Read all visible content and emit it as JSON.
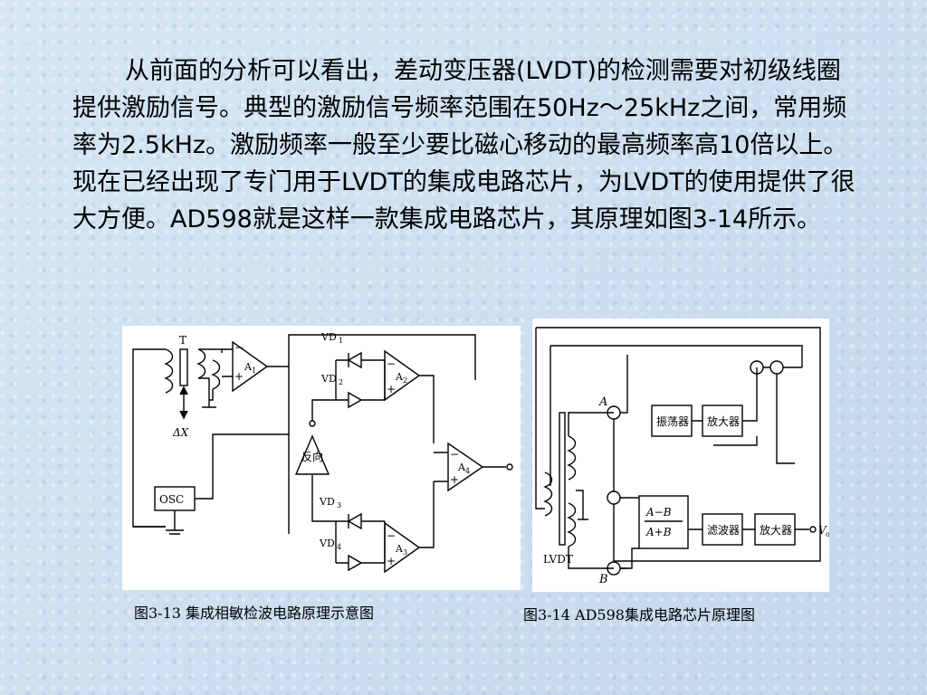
{
  "body": {
    "paragraph": "从前面的分析可以看出，差动变压器(LVDT)的检测需要对初级线圈提供激励信号。典型的激励信号频率范围在50Hz～25kHz之间，常用频率为2.5kHz。激励频率一般至少要比磁心移动的最高频率高10倍以上。现在已经出现了专门用于LVDT的集成电路芯片，为LVDT的使用提供了很大方便。AD598就是这样一款集成电路芯片，其原理如图3-14所示。"
  },
  "figure_13": {
    "caption": "图3-13  集成相敏检波电路原理示意图",
    "labels": {
      "transformer": "T",
      "displacement": "ΔX",
      "osc": "OSC",
      "a1": "A",
      "a1_sub": "1",
      "a2": "A",
      "a2_sub": "2",
      "a3": "A",
      "a3_sub": "3",
      "a4": "A",
      "a4_sub": "4",
      "vd1": "VD",
      "vd1_sub": "1",
      "vd2": "VD",
      "vd2_sub": "2",
      "vd3": "VD",
      "vd3_sub": "3",
      "vd4": "VD",
      "vd4_sub": "4",
      "inverter": "反向"
    }
  },
  "figure_14": {
    "caption": "图3-14  AD598集成电路芯片原理图",
    "labels": {
      "node_a": "A",
      "node_b": "B",
      "oscillator": "振荡器",
      "amplifier_top": "放大器",
      "ratio_num": "A−B",
      "ratio_den": "A+B",
      "filter": "滤波器",
      "amplifier_bottom": "放大器",
      "output": "V",
      "output_sub": "o",
      "lvdt": "LVDT"
    }
  }
}
